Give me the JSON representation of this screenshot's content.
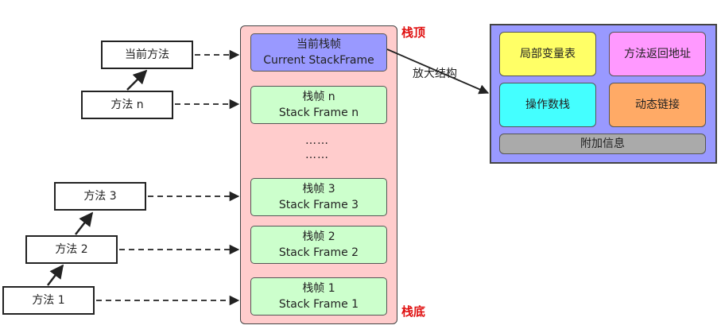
{
  "methods": {
    "current": "当前方法",
    "n": "方法 n",
    "m3": "方法 3",
    "m2": "方法 2",
    "m1": "方法 1"
  },
  "stack": {
    "top_label": "栈顶",
    "bottom_label": "栈底",
    "frames": {
      "current": {
        "cn": "当前栈帧",
        "en": "Current StackFrame"
      },
      "n": {
        "cn": "栈帧 n",
        "en": "Stack Frame n"
      },
      "f3": {
        "cn": "栈帧 3",
        "en": "Stack Frame 3"
      },
      "f2": {
        "cn": "栈帧 2",
        "en": "Stack Frame 2"
      },
      "f1": {
        "cn": "栈帧 1",
        "en": "Stack Frame 1"
      }
    },
    "ellipsis": [
      "……",
      "……"
    ]
  },
  "zoom_label": "放大结构",
  "detail": {
    "local_vars": "局部变量表",
    "return_addr": "方法返回地址",
    "operand_stack": "操作数栈",
    "dynamic_link": "动态链接",
    "extra_info": "附加信息"
  },
  "colors": {
    "stack_bg": "#ffcccc",
    "frame_bg": "#ccffcc",
    "current_frame_bg": "#9999ff",
    "detail_bg": "#9999ff",
    "local_vars_bg": "#ffff66",
    "return_addr_bg": "#ff99ff",
    "operand_stack_bg": "#44ffff",
    "dynamic_link_bg": "#ffaa66",
    "extra_info_bg": "#aaaaaa",
    "label_red": "#e01010"
  }
}
